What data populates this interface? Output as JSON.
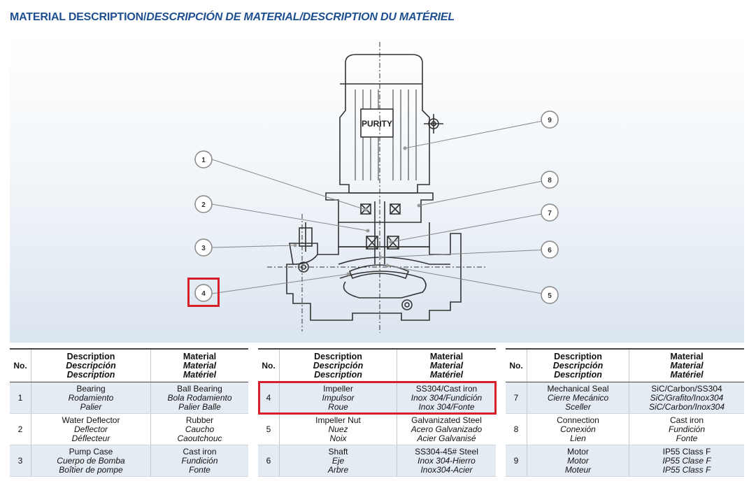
{
  "title": {
    "part1": "MATERIAL DESCRIPTION/",
    "part2": "DESCRIPCIÓN DE MATERIAL/DESCRIPTION DU MATÉRIEL"
  },
  "diagram": {
    "brand": "PURITY",
    "callouts": [
      "1",
      "2",
      "3",
      "4",
      "5",
      "6",
      "7",
      "8",
      "9"
    ]
  },
  "table_headers": {
    "no": "No.",
    "description": [
      "Description",
      "Descripción",
      "Description"
    ],
    "material": [
      "Material",
      "Material",
      "Matériel"
    ]
  },
  "parts": [
    {
      "no": "1",
      "desc": [
        "Bearing",
        "Rodamiento",
        "Palier"
      ],
      "mat": [
        "Ball Bearing",
        "Bola Rodamiento",
        "Palier Balle"
      ]
    },
    {
      "no": "2",
      "desc": [
        "Water Deflector",
        "Deflector",
        "Déflecteur"
      ],
      "mat": [
        "Rubber",
        "Caucho",
        "Caoutchouc"
      ]
    },
    {
      "no": "3",
      "desc": [
        "Pump Case",
        "Cuerpo de Bomba",
        "Boîtier de pompe"
      ],
      "mat": [
        "Cast iron",
        "Fundición",
        "Fonte"
      ]
    },
    {
      "no": "4",
      "desc": [
        "Impeller",
        "Impulsor",
        "Roue"
      ],
      "mat": [
        "SS304/Cast iron",
        "Inox 304/Fundición",
        "Inox 304/Fonte"
      ]
    },
    {
      "no": "5",
      "desc": [
        "Impeller Nut",
        "Nuez",
        "Noix"
      ],
      "mat": [
        "Galvanizated Steel",
        "Acero Galvanizado",
        "Acier Galvanisé"
      ]
    },
    {
      "no": "6",
      "desc": [
        "Shaft",
        "Eje",
        "Arbre"
      ],
      "mat": [
        "SS304-45# Steel",
        "Inox 304-Hierro",
        "Inox304-Acier"
      ]
    },
    {
      "no": "7",
      "desc": [
        "Mechanical Seal",
        "Cierre Mecánico",
        "Sceller"
      ],
      "mat": [
        "SiC/Carbon/SS304",
        "SiC/Grafito/Inox304",
        "SiC/Carbon/Inox304"
      ]
    },
    {
      "no": "8",
      "desc": [
        "Connection",
        "Conexión",
        "Lien"
      ],
      "mat": [
        "Cast iron",
        "Fundición",
        "Fonte"
      ]
    },
    {
      "no": "9",
      "desc": [
        "Motor",
        "Motor",
        "Moteur"
      ],
      "mat": [
        "IP55 Class F",
        "IP55 Clase F",
        "IP55 Class F"
      ]
    }
  ],
  "highlight_color": "#d8202a",
  "title_color": "#1d4f91"
}
